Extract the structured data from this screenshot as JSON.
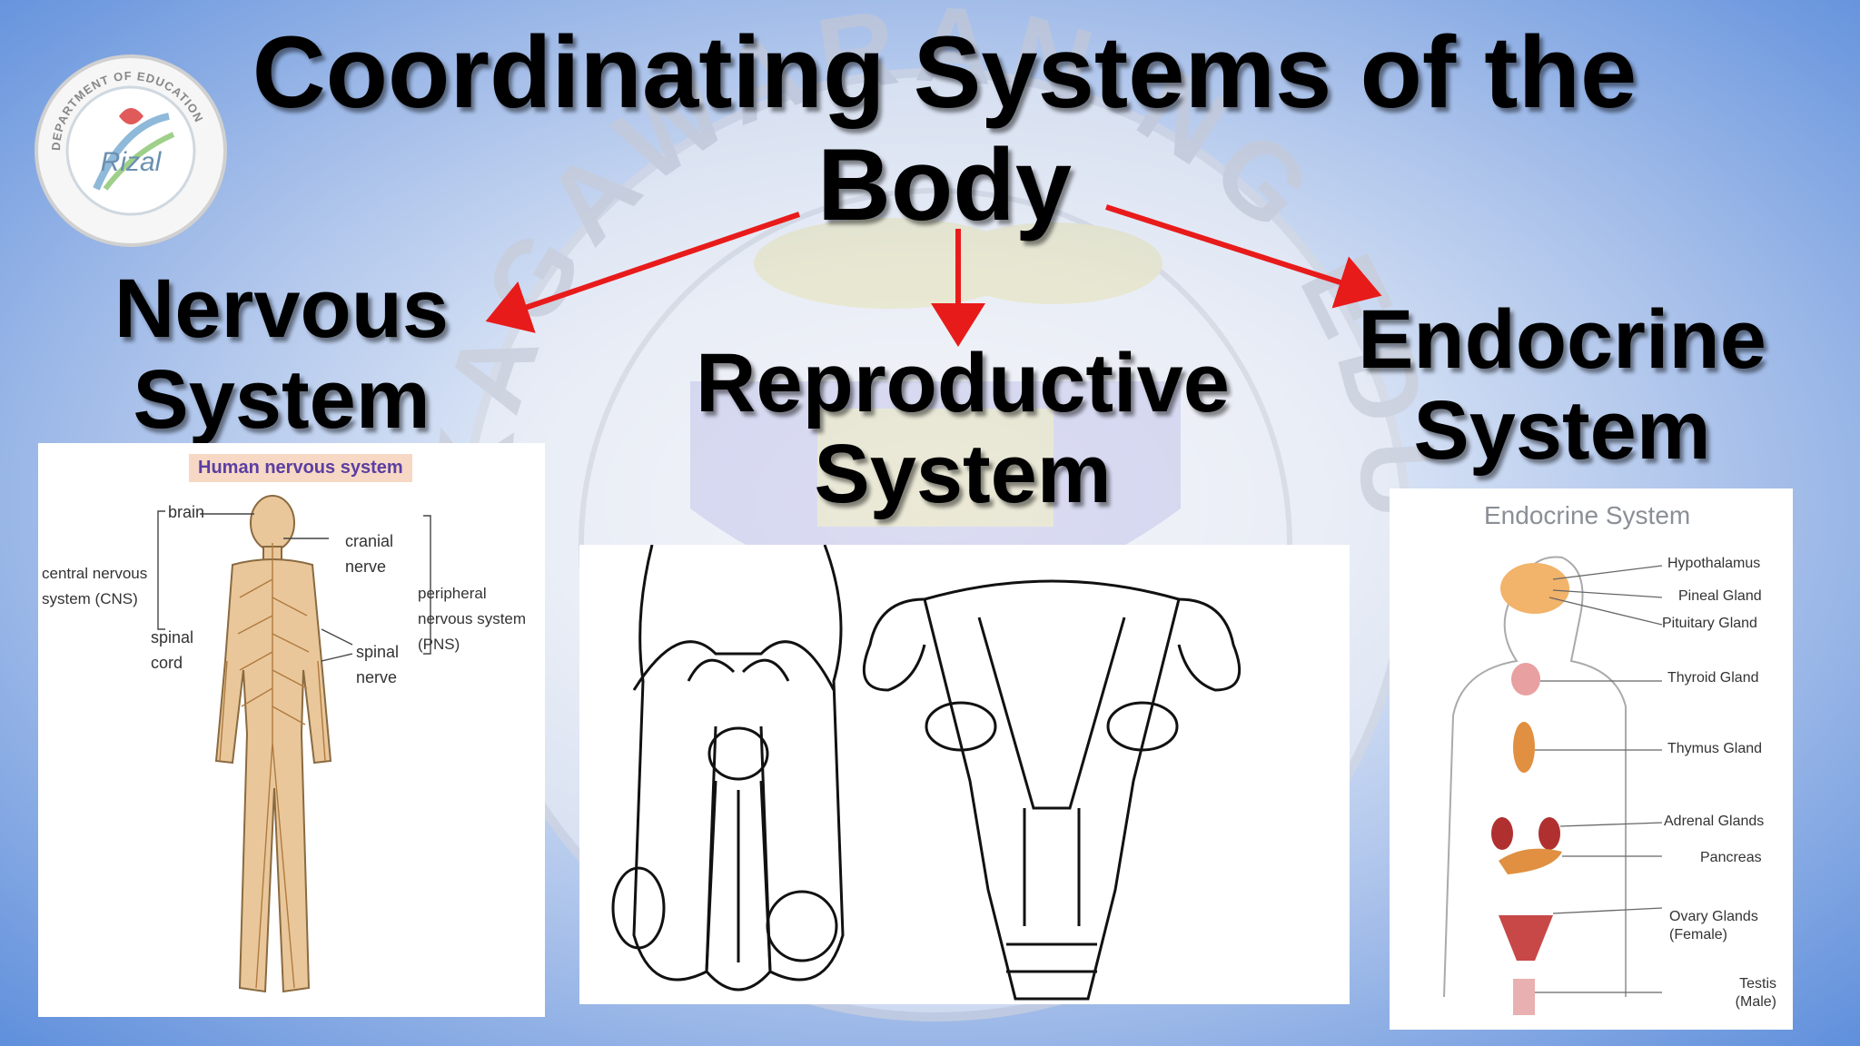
{
  "slide": {
    "title": "Coordinating Systems of the Body",
    "background": "#a9c1ea",
    "arrow_color": "#e81b1b"
  },
  "systems": {
    "nervous": "Nervous System",
    "reproductive": "Reproductive System",
    "endocrine": "Endocrine System"
  },
  "logo": {
    "text": "Rizal",
    "arc_text": "DEPARTMENT OF EDUCATION"
  },
  "watermark": {
    "arc_text": "KAGAWARAN NG EDUKASYON"
  },
  "nervous_figure": {
    "heading": "Human nervous system",
    "labels": {
      "brain": "brain",
      "cranial": "cranial nerve",
      "cns": "central nervous system (CNS)",
      "pns": "peripheral nervous system (PNS)",
      "spinal_cord": "spinal cord",
      "spinal_nerve": "spinal nerve"
    }
  },
  "endocrine_figure": {
    "heading": "Endocrine System",
    "labels": [
      "Hypothalamus",
      "Pineal Gland",
      "Pituitary Gland",
      "Thyroid Gland",
      "Thymus Gland",
      "Adrenal Glands",
      "Pancreas",
      "Ovary Glands (Female)",
      "Testis (Male)"
    ]
  }
}
